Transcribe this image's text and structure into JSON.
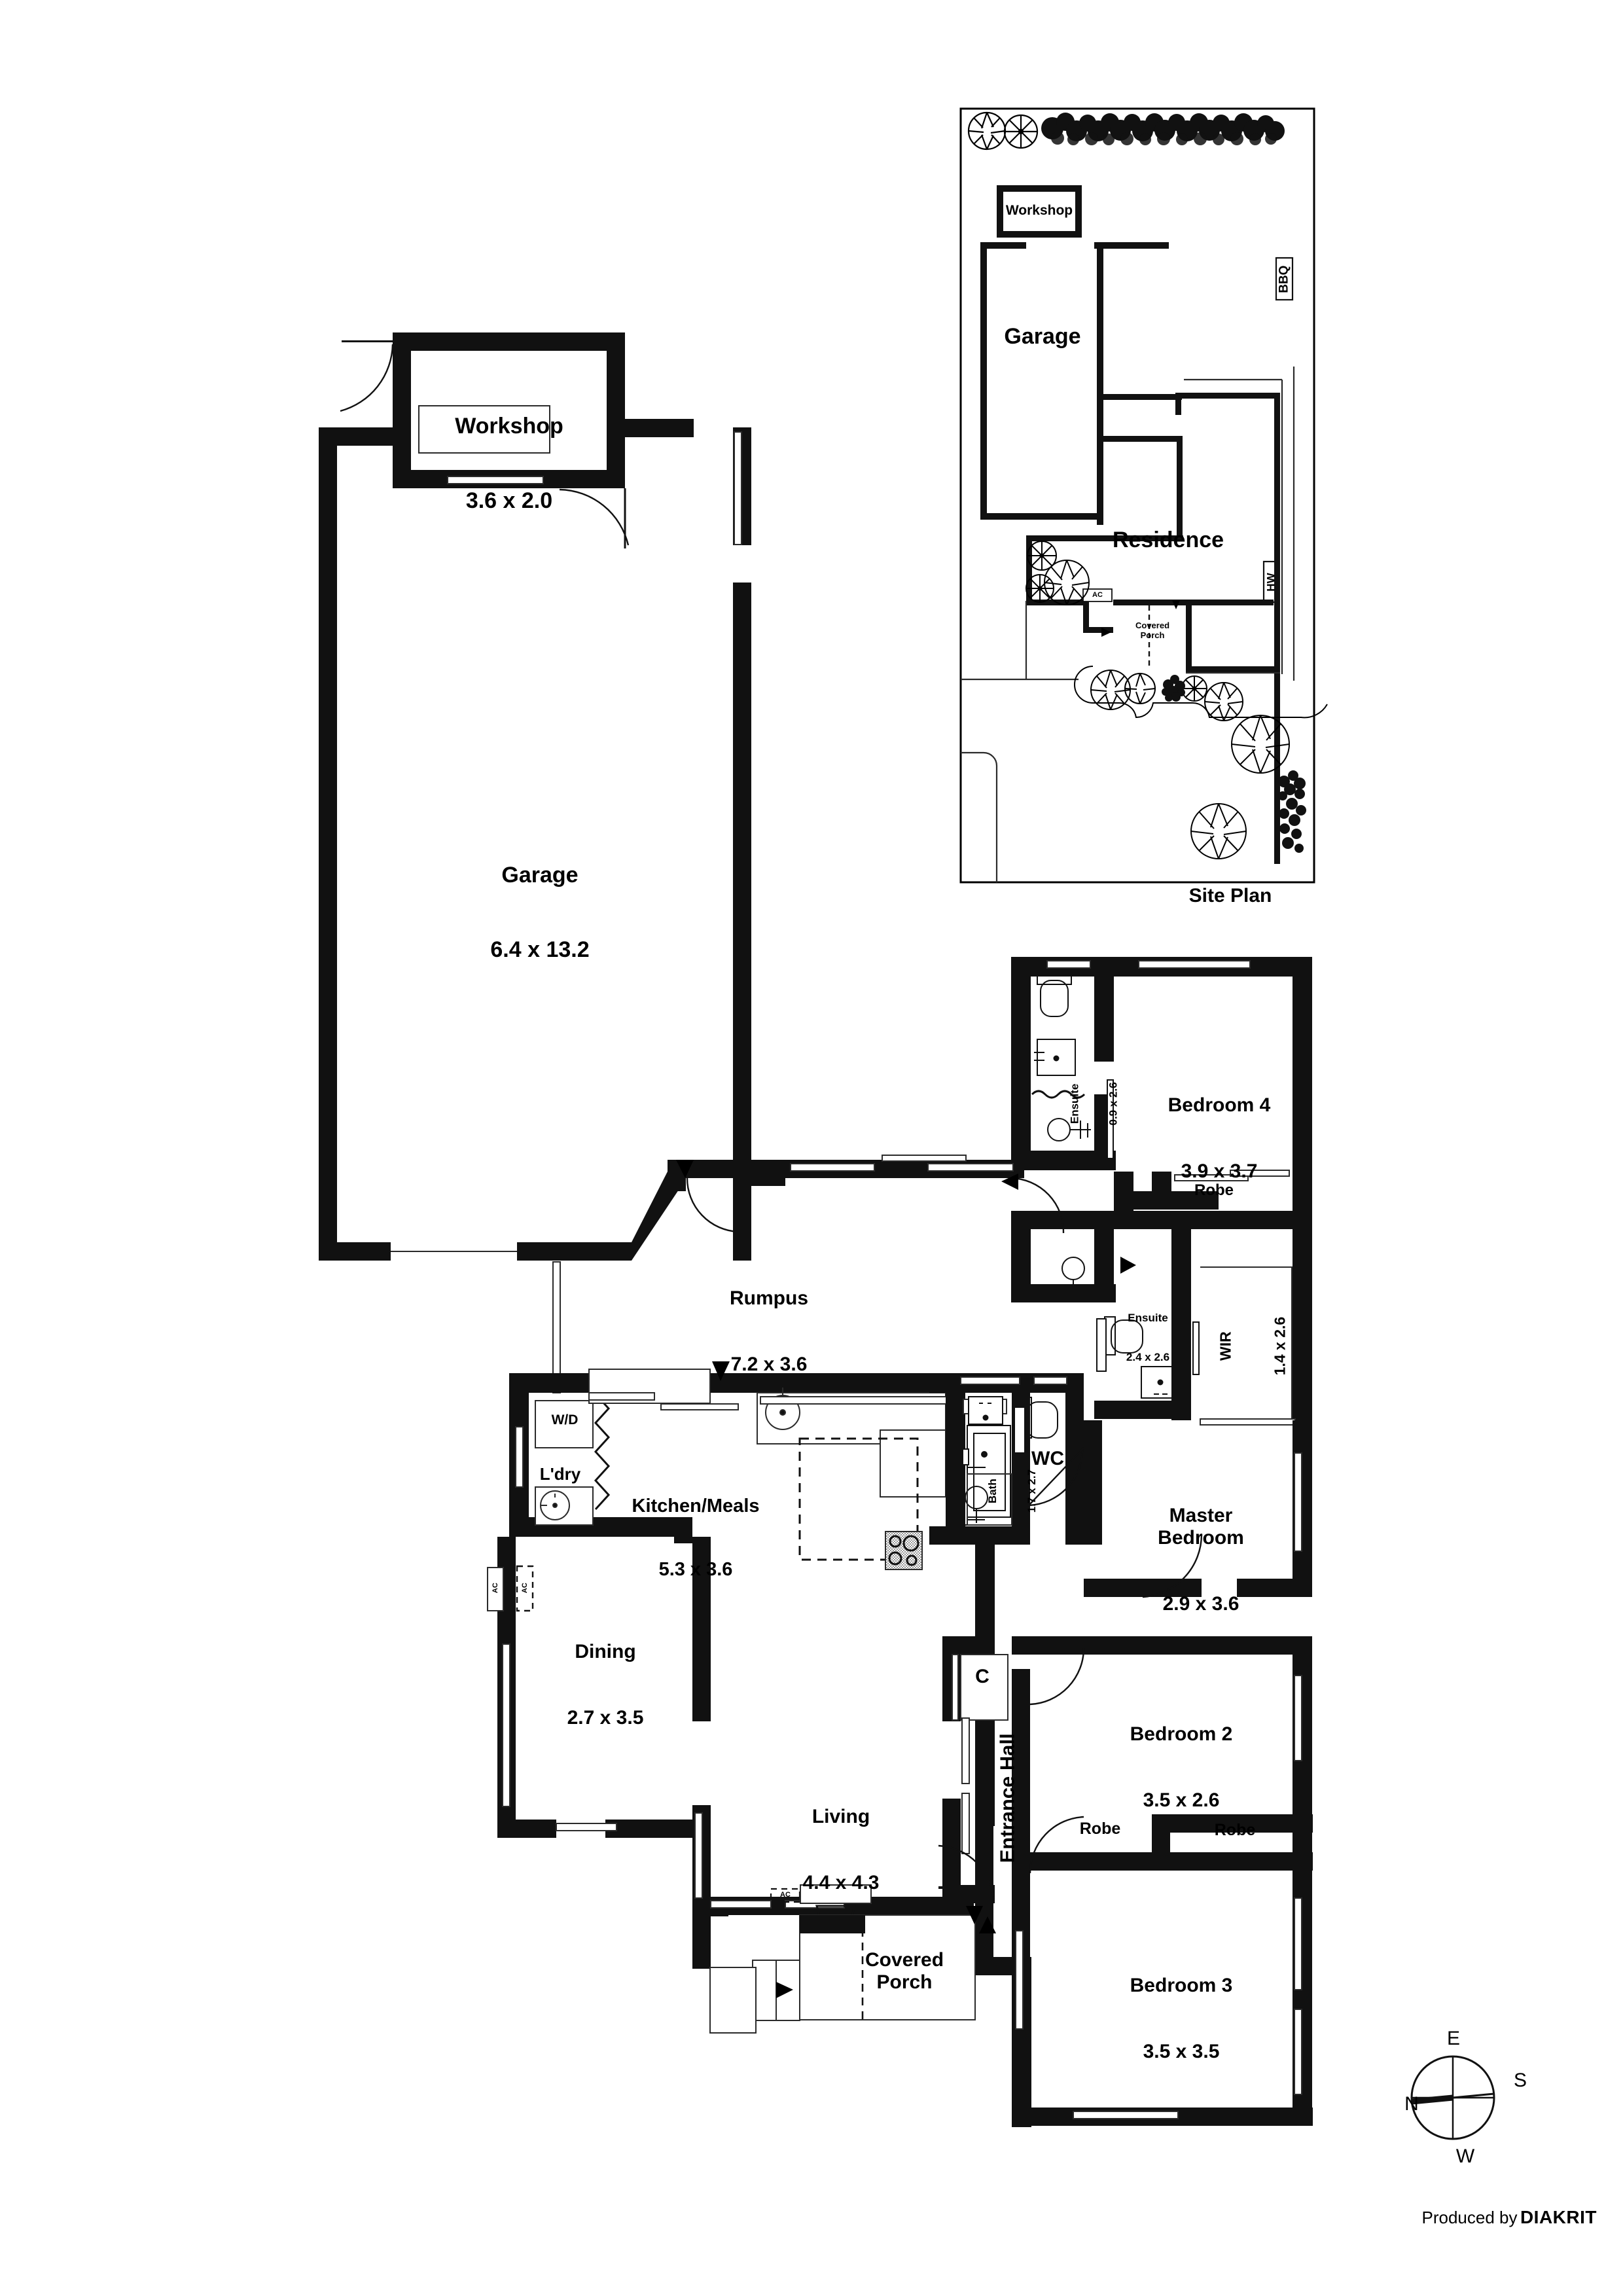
{
  "document": {
    "type": "residential-floor-plan",
    "credit_prefix": "Produced by",
    "credit_brand": "DIAKRIT"
  },
  "site_plan": {
    "title": "Site Plan",
    "labels": {
      "workshop": "Workshop",
      "garage": "Garage",
      "residence": "Residence",
      "covered_porch": "Covered\nPorch",
      "bbq": "BBQ",
      "hw": "HW",
      "ac": "AC"
    }
  },
  "compass": {
    "north": "N",
    "east": "E",
    "south": "S",
    "west": "W"
  },
  "outbuilding": {
    "rooms": [
      {
        "name": "Workshop",
        "dimensions": "3.6 x 2.0"
      },
      {
        "name": "Garage",
        "dimensions": "6.4 x 13.2"
      }
    ]
  },
  "residence": {
    "rooms": [
      {
        "name": "Bedroom 4",
        "dimensions": "3.9 x 3.7"
      },
      {
        "name": "Ensuite",
        "dimensions": "0.9 x 2.6"
      },
      {
        "name": "Ensuite",
        "dimensions": "2.4 x 2.6"
      },
      {
        "name": "WIR",
        "dimensions": "1.4 x 2.6"
      },
      {
        "name": "Rumpus",
        "dimensions": "7.2 x 3.6"
      },
      {
        "name": "Kitchen/Meals",
        "dimensions": "5.3 x 3.6"
      },
      {
        "name": "Bath",
        "dimensions": "1.7 x 2.7"
      },
      {
        "name": "Master\nBedroom",
        "dimensions": "2.9 x 3.6"
      },
      {
        "name": "Dining",
        "dimensions": "2.7 x 3.5"
      },
      {
        "name": "Living",
        "dimensions": "4.4 x 4.3"
      },
      {
        "name": "Bedroom 2",
        "dimensions": "3.5 x 2.6"
      },
      {
        "name": "Bedroom 3",
        "dimensions": "3.5 x 3.5"
      }
    ],
    "unsized_labels": {
      "wc": "WC",
      "laundry": "L'dry",
      "washer_dryer": "W/D",
      "robe": "Robe",
      "closet": "C",
      "entrance_hall": "Entrance Hall",
      "covered_porch": "Covered\nPorch",
      "ac": "AC"
    }
  },
  "colors": {
    "wall": "#000000",
    "paper": "#ffffff",
    "thin_line": "#1a1a1a",
    "hatch": "#808080"
  }
}
